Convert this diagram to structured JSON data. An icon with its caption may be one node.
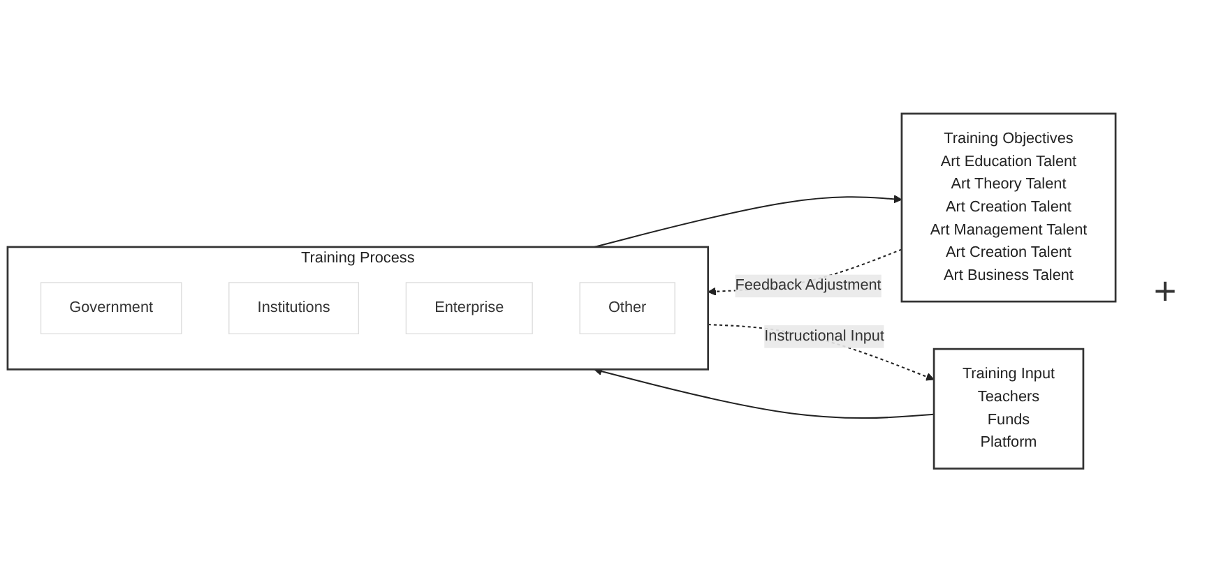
{
  "diagram": {
    "nodes": [
      {
        "text": [
          "Training Input",
          "Teachers",
          "Funds",
          "Platform"
        ]
      },
      {
        "text": [
          "Training Process"
        ]
      },
      {
        "text": [
          "Government"
        ],
        "in": 1
      },
      {
        "text": [
          "Institutions"
        ],
        "in": 1
      },
      {
        "text": [
          "Enterprise"
        ],
        "in": 1
      },
      {
        "text": [
          "Other"
        ],
        "in": 1
      },
      {
        "text": [
          "Training Objectives",
          "Art Education Talent",
          "Art Theory Talent",
          "Art Creation Talent",
          "Art Management Talent",
          "Art Creation Talent",
          "Art Business Talent"
        ]
      }
    ],
    "edges": [
      {
        "from": 0,
        "to": 1,
        "arrow": "to"
      },
      {
        "from": 1,
        "to": 6,
        "arrow": "to"
      },
      {
        "from": 6,
        "to": 1,
        "arrow": "to",
        "label": "Feedback Adjustment",
        "style": "dashed"
      },
      {
        "from": 1,
        "to": 0,
        "arrow": "to",
        "label": "Instructional Input",
        "style": "dashed"
      }
    ],
    "labels": [
      "+"
    ]
  }
}
